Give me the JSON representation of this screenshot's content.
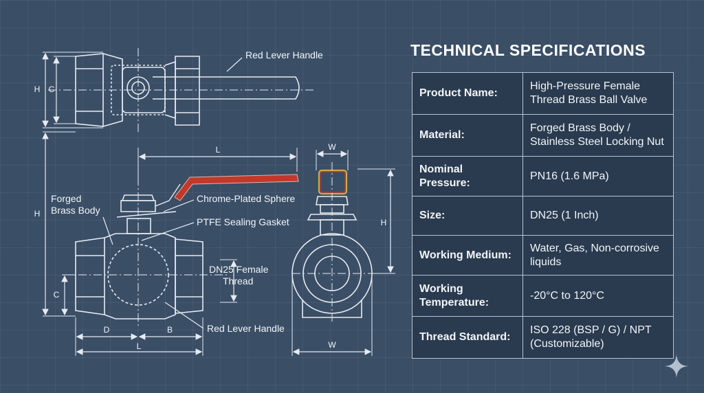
{
  "title": "TECHNICAL SPECIFICATIONS",
  "specs": [
    {
      "label": "Product Name:",
      "value": "High-Pressure Female Thread Brass Ball Valve"
    },
    {
      "label": "Material:",
      "value": "Forged Brass Body / Stainless Steel Locking Nut"
    },
    {
      "label": "Nominal Pressure:",
      "value": "PN16 (1.6 MPa)"
    },
    {
      "label": "Size:",
      "value": "DN25 (1 Inch)"
    },
    {
      "label": "Working Medium:",
      "value": "Water, Gas, Non-corrosive liquids"
    },
    {
      "label": "Working Temperature:",
      "value": "-20°C to 120°C"
    },
    {
      "label": "Thread Standard:",
      "value": "ISO 228 (BSP / G) / NPT (Customizable)"
    }
  ],
  "labels": {
    "red_lever_handle_top": "Red Lever Handle",
    "forged_brass_body_1": "Forged",
    "forged_brass_body_2": "Brass Body",
    "chrome_plated_sphere": "Chrome-Plated Sphere",
    "ptfe_sealing_gasket": "PTFE Sealing Gasket",
    "dn25_female_thread_1": "DN25 Female",
    "dn25_female_thread_2": "Thread",
    "red_lever_handle_bottom": "Red Lever Handle"
  },
  "dimensions": {
    "h_top": "H",
    "c_top": "C",
    "h_side": "H",
    "c_side": "C",
    "l_top": "L",
    "l_bottom": "L",
    "d": "D",
    "b": "B",
    "w_top": "W",
    "w_bottom": "W",
    "h_end": "H"
  },
  "colors": {
    "background": "#3a4e66",
    "line": "#e6ebf1",
    "handle": "#c0392b",
    "handle_outline": "#d4a84a"
  },
  "icons": {
    "watermark": "sparkle-icon"
  }
}
